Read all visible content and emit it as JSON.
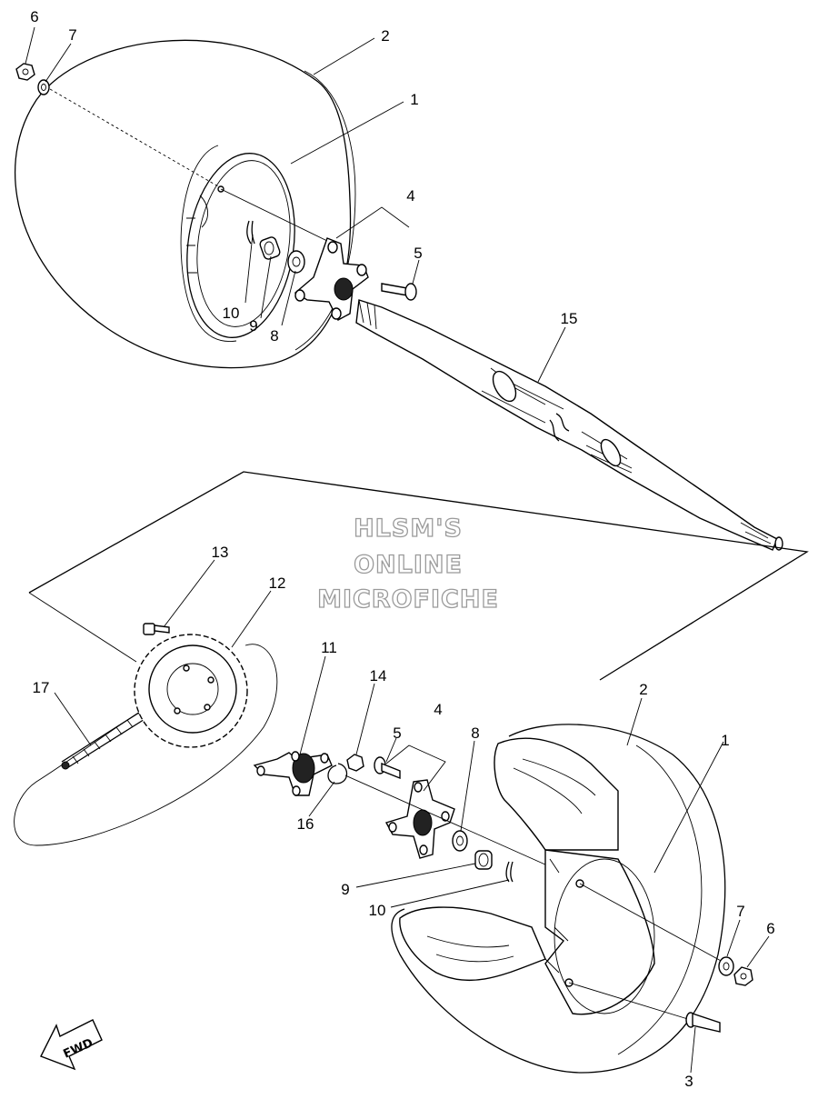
{
  "watermark": {
    "line1": "HLSM'S",
    "line2": "ONLINE",
    "line3": "MICROFICHE"
  },
  "direction_badge": "FWD",
  "callouts": {
    "top_nut": "6",
    "top_washer": "7",
    "top_tire": "2",
    "top_wheel": "1",
    "top_hub": "4",
    "top_bolt": "5",
    "top_cotter": "10",
    "top_castle_nut": "9",
    "top_plain_washer": "8",
    "axle": "15",
    "sprocket_bolt": "13",
    "sprocket": "12",
    "chain": "17",
    "sprocket_hub": "11",
    "hub_nut": "14",
    "circlip": "16",
    "bottom_hub": "4",
    "bottom_bolt": "5",
    "bottom_plain_washer": "8",
    "bottom_tire": "2",
    "bottom_wheel": "1",
    "bottom_castle_nut": "9",
    "bottom_cotter": "10",
    "bottom_washer": "7",
    "bottom_nut": "6",
    "valve": "3"
  }
}
